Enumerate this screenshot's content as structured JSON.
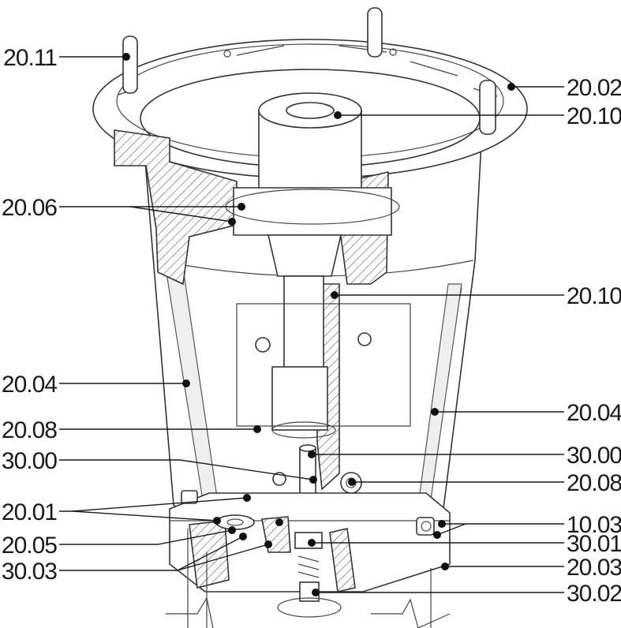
{
  "diagram": {
    "labels_left": [
      "20.11",
      "20.06",
      "20.04",
      "20.08",
      "30.00",
      "20.01",
      "20.05",
      "30.03"
    ],
    "labels_right": [
      "20.02",
      "20.10",
      "20.10",
      "20.04",
      "30.00",
      "20.08",
      "10.03",
      "30.01",
      "20.03",
      "30.02"
    ]
  }
}
